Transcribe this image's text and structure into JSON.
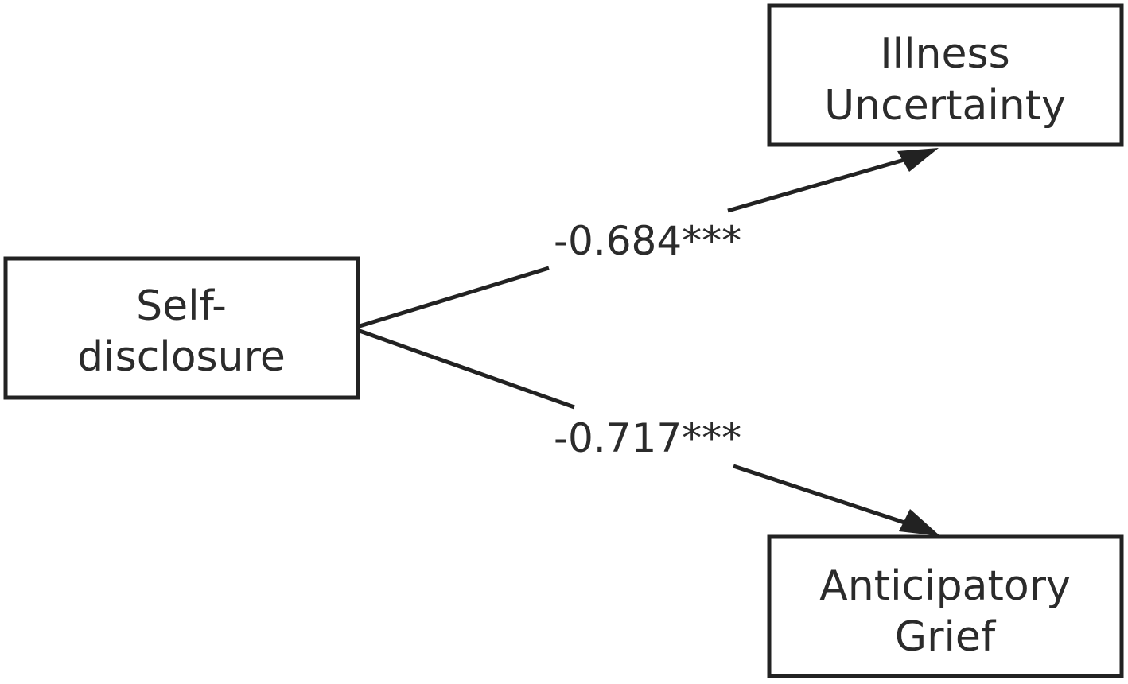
{
  "nodes": {
    "self_disclosure": {
      "line1": "Self-",
      "line2": "disclosure"
    },
    "illness_uncertainty": {
      "line1": "Illness",
      "line2": "Uncertainty"
    },
    "anticipatory_grief": {
      "line1": "Anticipatory",
      "line2": "Grief"
    }
  },
  "paths": {
    "to_illness_uncertainty": {
      "coefficient": "-0.684***"
    },
    "to_anticipatory_grief": {
      "coefficient": "-0.717***"
    }
  },
  "colors": {
    "stroke": "#222222",
    "text": "#2b2b2b",
    "background": "#ffffff"
  }
}
